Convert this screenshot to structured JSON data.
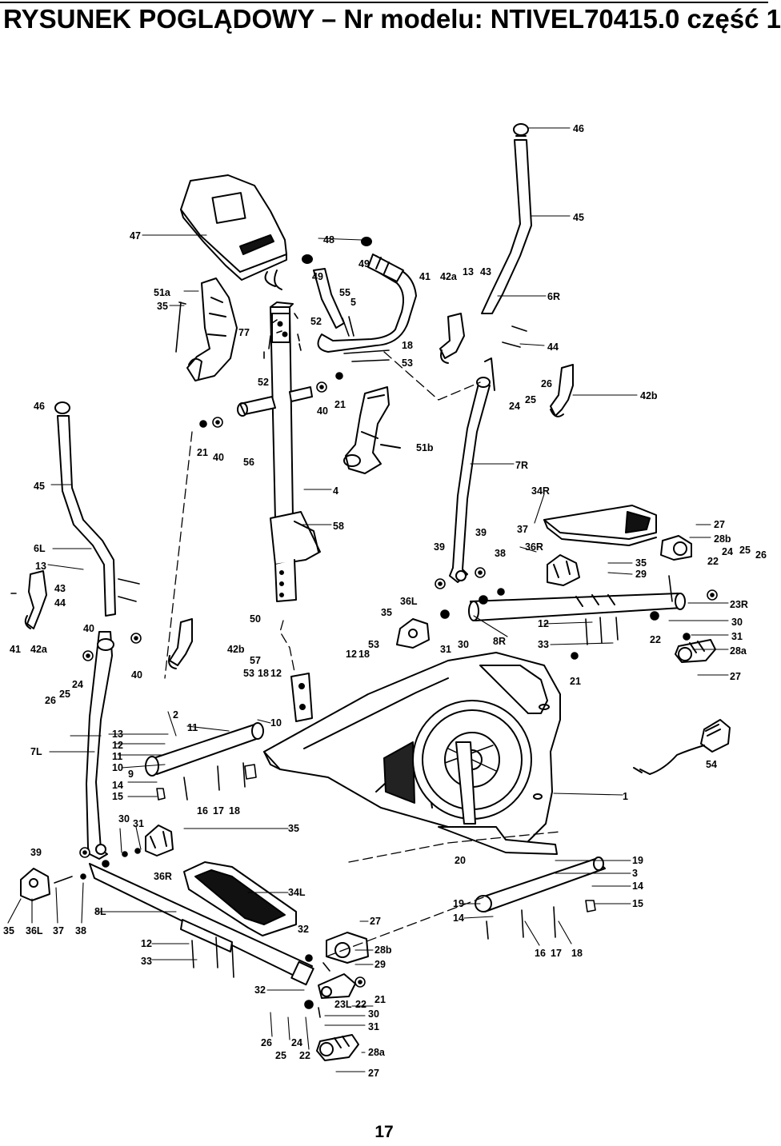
{
  "header": {
    "title": "RYSUNEK POGLĄDOWY – Nr modelu: NTIVEL70415.0 część 1"
  },
  "labels": [
    "46",
    "45",
    "47",
    "48",
    "49",
    "49",
    "55",
    "5",
    "51a",
    "35",
    "77",
    "52",
    "18",
    "53",
    "41",
    "42a",
    "13",
    "43",
    "6R",
    "44",
    "52",
    "40",
    "21",
    "21",
    "40",
    "56",
    "51b",
    "24",
    "25",
    "26",
    "42b",
    "46",
    "7R",
    "45",
    "4",
    "34R",
    "58",
    "27",
    "28b",
    "24",
    "25",
    "26",
    "22",
    "6L",
    "39",
    "39",
    "37",
    "36R",
    "38",
    "35",
    "29",
    "13",
    "43",
    "44",
    "36L",
    "35",
    "23R",
    "50",
    "12",
    "30",
    "40",
    "41",
    "42a",
    "42b",
    "53",
    "12",
    "18",
    "31",
    "30",
    "8R",
    "33",
    "22",
    "31",
    "28a",
    "57",
    "53",
    "18",
    "12",
    "40",
    "24",
    "25",
    "26",
    "21",
    "27",
    "2",
    "11",
    "10",
    "13",
    "12",
    "11",
    "10",
    "9",
    "7L",
    "14",
    "15",
    "54",
    "16",
    "17",
    "18",
    "30",
    "31",
    "35",
    "1",
    "39",
    "36R",
    "20",
    "19",
    "3",
    "14",
    "15",
    "34L",
    "35",
    "36L",
    "37",
    "38",
    "8L",
    "19",
    "14",
    "27",
    "32",
    "12",
    "33",
    "28b",
    "29",
    "32",
    "23L",
    "22",
    "21",
    "16",
    "17",
    "18",
    "30",
    "31",
    "26",
    "24",
    "25",
    "22",
    "28a",
    "27"
  ],
  "footer": {
    "page_number": "17"
  }
}
